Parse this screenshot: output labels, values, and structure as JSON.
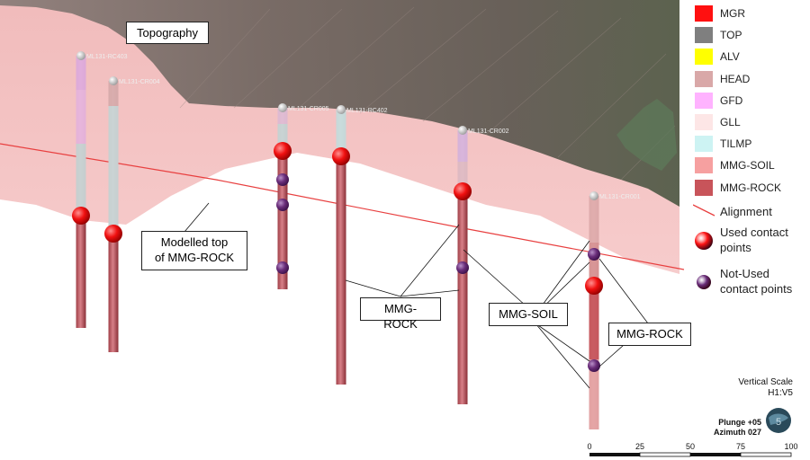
{
  "labels": {
    "topography": "Topography",
    "modelled_top_line1": "Modelled top",
    "modelled_top_line2": "of MMG-ROCK",
    "mmg_rock_center": "MMG-ROCK",
    "mmg_soil": "MMG-SOIL",
    "mmg_rock_right": "MMG-ROCK"
  },
  "drillholes": [
    {
      "id": "ML131-RC403"
    },
    {
      "id": "ML131-CR004"
    },
    {
      "id": "ML131-CR005"
    },
    {
      "id": "ML131-RC402"
    },
    {
      "id": "ML131-CR002"
    },
    {
      "id": "ML131-CR001"
    }
  ],
  "legend": {
    "units": [
      {
        "name": "MGR",
        "color": "#ff1010"
      },
      {
        "name": "TOP",
        "color": "#7f7f7f"
      },
      {
        "name": "ALV",
        "color": "#ffff00"
      },
      {
        "name": "HEAD",
        "color": "#d9a8a8"
      },
      {
        "name": "GFD",
        "color": "#ffb3ff"
      },
      {
        "name": "GLL",
        "color": "#fde6e6"
      },
      {
        "name": "TILMP",
        "color": "#cdf3f3"
      },
      {
        "name": "MMG-SOIL",
        "color": "#f6a0a0"
      },
      {
        "name": "MMG-ROCK",
        "color": "#c8545a"
      }
    ],
    "alignment": {
      "label": "Alignment",
      "color": "#e84040"
    },
    "used_contact": {
      "line1": "Used contact",
      "line2": "points",
      "color": "#ff1414"
    },
    "not_used_contact": {
      "line1": "Not-Used",
      "line2": "contact points",
      "color": "#6a2e7a"
    }
  },
  "scale": {
    "vertical_scale_line1": "Vertical Scale",
    "vertical_scale_line2": "H1:V5",
    "plunge": "Plunge +05",
    "azimuth": "Azimuth 027",
    "ticks": [
      "0",
      "25",
      "50",
      "75",
      "100"
    ]
  }
}
